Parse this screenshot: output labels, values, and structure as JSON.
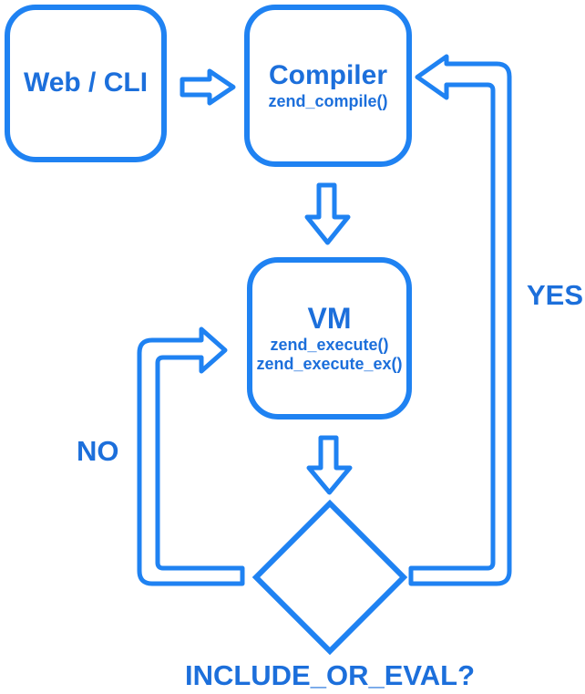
{
  "colors": {
    "line": "#1f82f2",
    "text": "#1c6fdb",
    "background": "#ffffff"
  },
  "nodes": {
    "web_cli": {
      "label": "Web / CLI"
    },
    "compiler": {
      "label": "Compiler",
      "sublabel": "zend_compile()"
    },
    "vm": {
      "label": "VM",
      "sublabel1": "zend_execute()",
      "sublabel2": "zend_execute_ex()"
    },
    "decision": {
      "label": "INCLUDE_OR_EVAL?"
    }
  },
  "edges": {
    "yes": {
      "label": "YES"
    },
    "no": {
      "label": "NO"
    }
  }
}
